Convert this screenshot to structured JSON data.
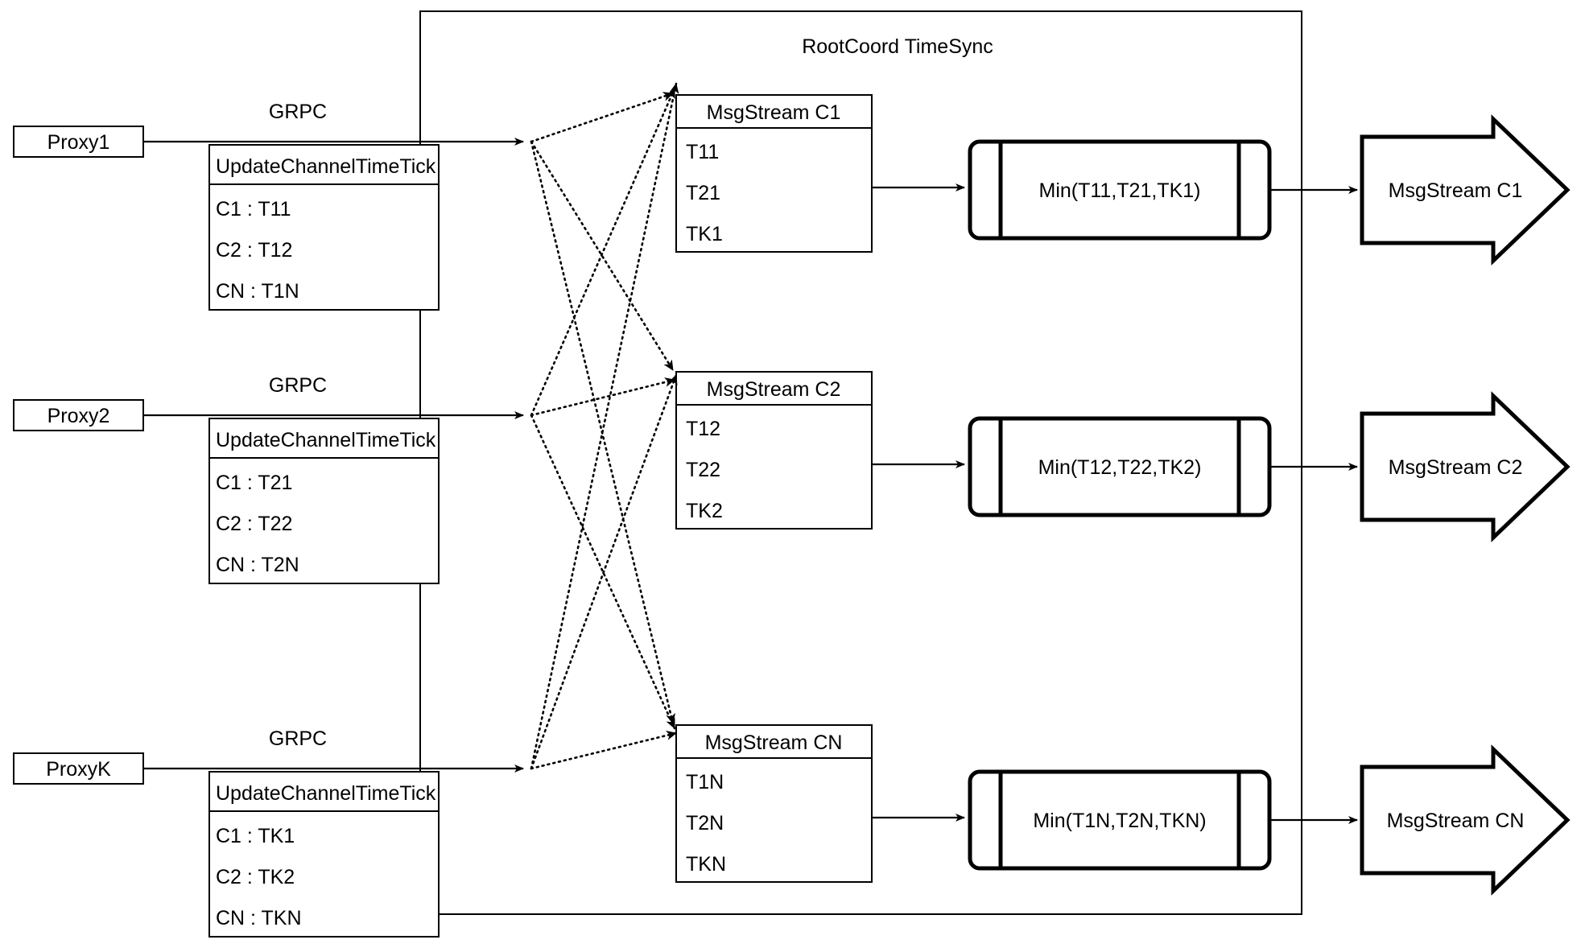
{
  "diagram": {
    "container": {
      "title": "RootCoord TimeSync"
    },
    "edge_labels": {
      "grpc": "GRPC"
    },
    "proxies": [
      {
        "name": "Proxy1",
        "rpc_header": "UpdateChannelTimeTick",
        "rows": [
          "C1 :  T11",
          "C2 :  T12",
          "CN : T1N"
        ],
        "link_label": "GRPC"
      },
      {
        "name": "Proxy2",
        "rpc_header": "UpdateChannelTimeTick",
        "rows": [
          "C1 :  T21",
          "C2 :  T22",
          "CN : T2N"
        ],
        "link_label": "GRPC"
      },
      {
        "name": "ProxyK",
        "rpc_header": "UpdateChannelTimeTick",
        "rows": [
          "C1 :  TK1",
          "C2 :  TK2",
          "CN : TKN"
        ],
        "link_label": "GRPC"
      }
    ],
    "msgstreams": [
      {
        "header": "MsgStream C1",
        "rows": [
          "T11",
          "T21",
          "TK1"
        ]
      },
      {
        "header": "MsgStream C2",
        "rows": [
          "T12",
          "T22",
          "TK2"
        ]
      },
      {
        "header": "MsgStream CN",
        "rows": [
          "T1N",
          "T2N",
          "TKN"
        ]
      }
    ],
    "min_nodes": [
      {
        "label": "Min(T11,T21,TK1)"
      },
      {
        "label": "Min(T12,T22,TK2)"
      },
      {
        "label": "Min(T1N,T2N,TKN)"
      }
    ],
    "outputs": [
      {
        "label": "MsgStream C1"
      },
      {
        "label": "MsgStream C2"
      },
      {
        "label": "MsgStream CN"
      }
    ],
    "colors": {
      "stroke": "#000000",
      "fill": "#ffffff"
    }
  }
}
